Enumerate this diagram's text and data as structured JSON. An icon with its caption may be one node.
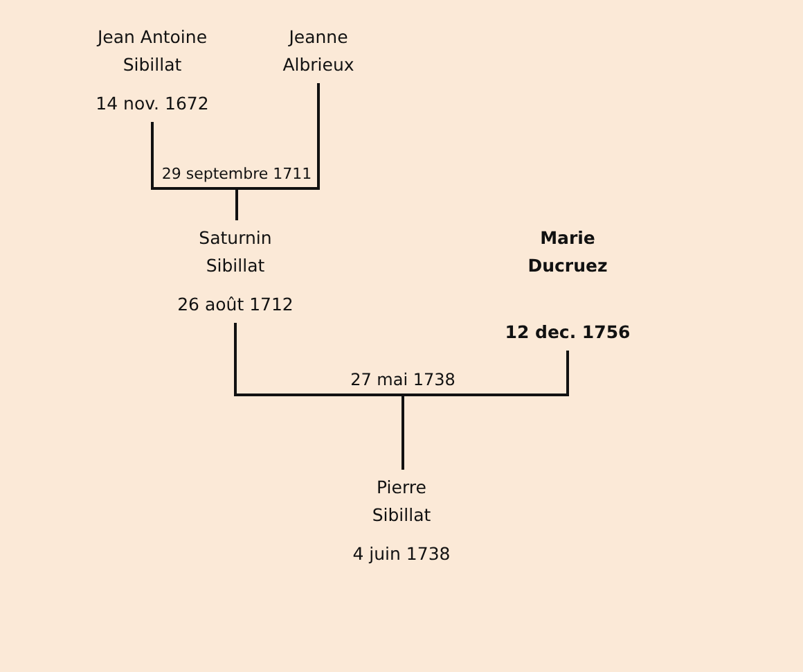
{
  "diagram": {
    "nodes": [
      {
        "text": [
          "Jean Antoine Sibillat",
          "14 nov. 1672"
        ]
      },
      {
        "text": [
          "Jeanne Albrieux"
        ]
      },
      {
        "text": [
          "29 septembre 1711"
        ]
      },
      {
        "text": [
          "Saturnin Sibillat",
          "26 août 1712"
        ]
      },
      {
        "text": [
          "Marie Ducruez",
          "12 dec. 1756"
        ]
      },
      {
        "text": [
          "27 mai 1738"
        ]
      },
      {
        "text": [
          "Pierre Sibillat",
          "4 juin 1738"
        ]
      }
    ],
    "edges": [
      {
        "from": 0,
        "to": 2,
        "arrow": "none"
      },
      {
        "from": 1,
        "to": 2,
        "arrow": "none"
      },
      {
        "from": 2,
        "to": 3,
        "arrow": "none"
      },
      {
        "from": 3,
        "to": 5,
        "arrow": "none"
      },
      {
        "from": 4,
        "to": 5,
        "arrow": "none"
      },
      {
        "from": 5,
        "to": 6,
        "arrow": "none"
      }
    ]
  }
}
